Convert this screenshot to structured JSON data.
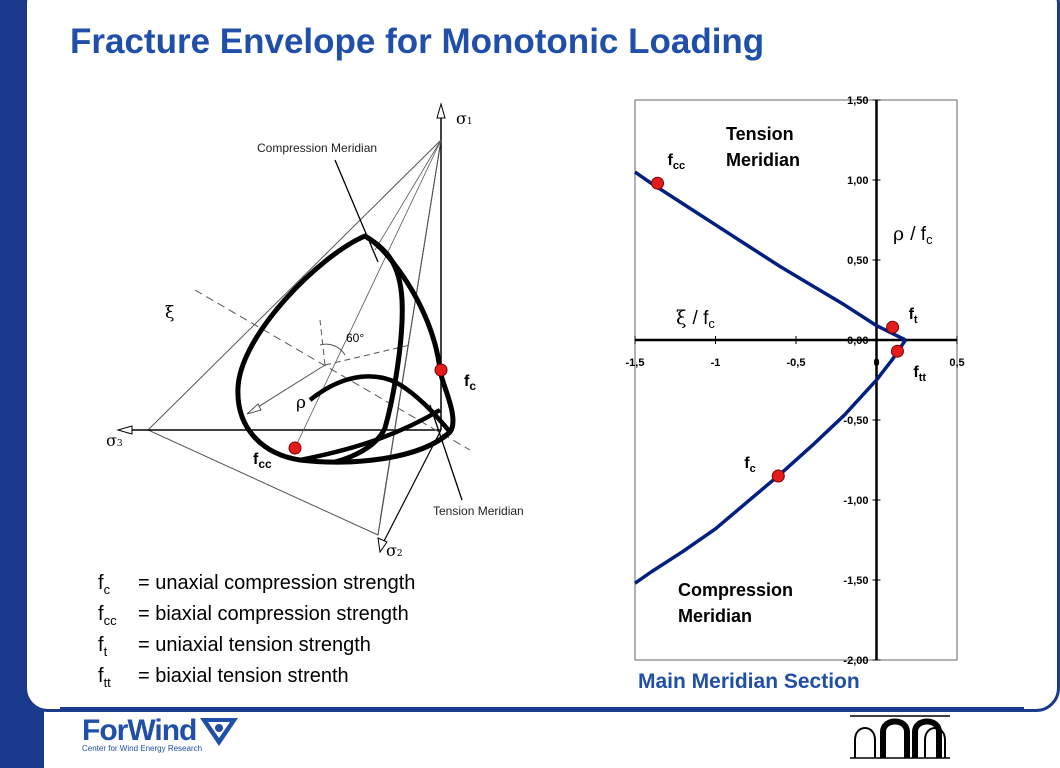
{
  "slide": {
    "title": "Fracture Envelope for Monotonic Loading",
    "right_caption": "Main Meridian Section",
    "colors": {
      "accent": "#1a3a8c",
      "title": "#1f4fa8",
      "curve": "#001f80",
      "point": "#e31b1b"
    }
  },
  "left_diagram": {
    "axis_sigma1": "σ",
    "axis_sigma1_sub": "1",
    "axis_sigma2": "σ",
    "axis_sigma2_sub": "2",
    "axis_sigma3": "σ",
    "axis_sigma3_sub": "3",
    "xi_label": "ξ",
    "rho_label": "ρ",
    "angle_label": "60°",
    "compression_meridian": "Compression Meridian",
    "tension_meridian": "Tension Meridian",
    "fc_main": "f",
    "fc_sub": "c",
    "fcc_main": "f",
    "fcc_sub": "cc"
  },
  "legend": [
    {
      "sym": "f",
      "sub": "c",
      "desc": "= unaxial compression strength"
    },
    {
      "sym": "f",
      "sub": "cc",
      "desc": "= biaxial compression strength"
    },
    {
      "sym": "f",
      "sub": "t",
      "desc": "= uniaxial tension strength"
    },
    {
      "sym": "f",
      "sub": "tt",
      "desc": "= biaxial tension strenth"
    }
  ],
  "footer": {
    "logo_text": "ForWind",
    "logo_subtitle": "Center for Wind Energy Research"
  },
  "chart_data": {
    "type": "line",
    "x_tick_labels": [
      "-1,5",
      "-1",
      "-0,5",
      "0",
      "0,5"
    ],
    "x_ticks": [
      -1.5,
      -1,
      -0.5,
      0,
      0.5
    ],
    "y_tick_labels": [
      "1,50",
      "1,00",
      "0,50",
      "0,00",
      "-0,50",
      "-1,00",
      "-1,50",
      "-2,00"
    ],
    "y_ticks": [
      1.5,
      1.0,
      0.5,
      0.0,
      -0.5,
      -1.0,
      -1.5,
      -2.0
    ],
    "xlim": [
      -1.5,
      0.5
    ],
    "ylim": [
      -2.0,
      1.5
    ],
    "xlabel_main": "ξ",
    "xlabel_unit": "/ f",
    "xlabel_sub": "c",
    "ylabel_main": "ρ",
    "ylabel_unit": "/ f",
    "ylabel_sub": "c",
    "series": [
      {
        "name": "Tension Meridian",
        "x": [
          -1.5,
          -1.4,
          -1.2,
          -1.0,
          -0.8,
          -0.6,
          -0.4,
          -0.2,
          0.0,
          0.1,
          0.18
        ],
        "y": [
          1.05,
          0.98,
          0.85,
          0.72,
          0.59,
          0.46,
          0.34,
          0.22,
          0.09,
          0.04,
          0.0
        ]
      },
      {
        "name": "Compression Meridian",
        "x": [
          0.18,
          0.1,
          0.0,
          -0.2,
          -0.4,
          -0.6,
          -0.8,
          -1.0,
          -1.2,
          -1.4,
          -1.5
        ],
        "y": [
          0.0,
          -0.12,
          -0.25,
          -0.47,
          -0.66,
          -0.84,
          -1.01,
          -1.18,
          -1.32,
          -1.45,
          -1.52
        ]
      }
    ],
    "points": [
      {
        "main": "f",
        "sub": "cc",
        "x": -1.36,
        "y": 0.98
      },
      {
        "main": "f",
        "sub": "t",
        "x": 0.1,
        "y": 0.08
      },
      {
        "main": "f",
        "sub": "tt",
        "x": 0.13,
        "y": -0.07
      },
      {
        "main": "f",
        "sub": "c",
        "x": -0.61,
        "y": -0.85
      }
    ],
    "annotations": {
      "tension_line1": "Tension",
      "tension_line2": "Meridian",
      "compression_line1": "Compression",
      "compression_line2": "Meridian"
    }
  }
}
